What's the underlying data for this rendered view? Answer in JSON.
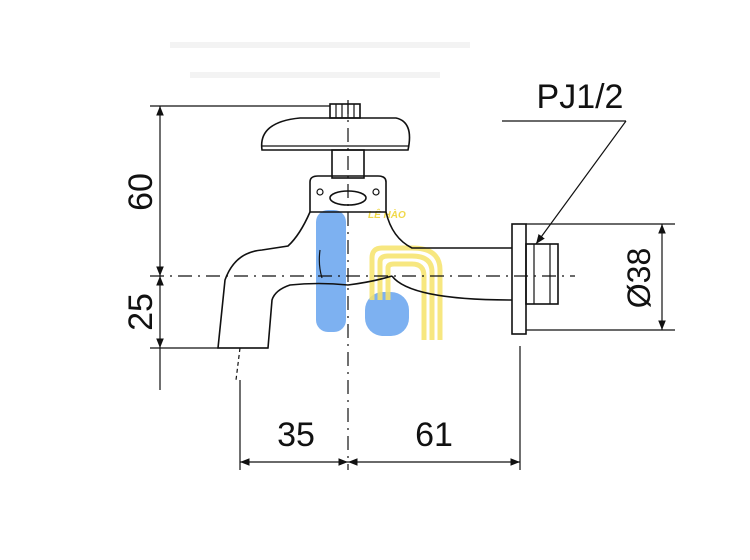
{
  "labels": {
    "height_upper": "60",
    "height_lower": "25",
    "length_left": "35",
    "length_right": "61",
    "diameter": "Ø38",
    "thread": "PJ1/2"
  },
  "watermark": {
    "text": "LÊ HÀO",
    "colors": {
      "blue": "#6fa8f0",
      "yellow": "#f6e36a"
    }
  }
}
